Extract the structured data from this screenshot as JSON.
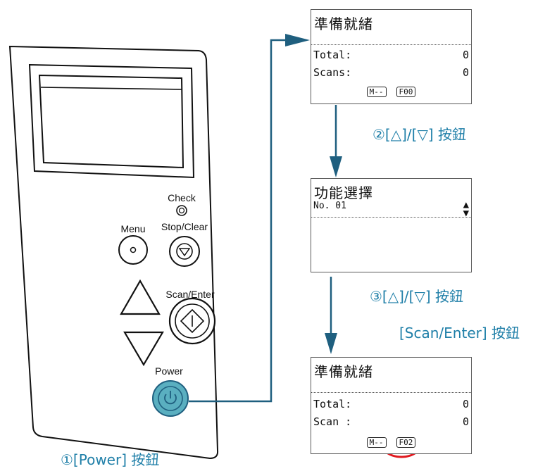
{
  "panel": {
    "check_label": "Check",
    "menu_label": "Menu",
    "stop_clear_label": "Stop/Clear",
    "scan_enter_label": "Scan/Enter",
    "power_label": "Power"
  },
  "screen1": {
    "title": "準備就緒",
    "total_label": "Total:",
    "total_value": "0",
    "scans_label": "Scans:",
    "scans_value": "0",
    "badge_mode": "M--",
    "badge_func": "F00"
  },
  "screen2": {
    "title": "功能選擇",
    "item": "No. 01"
  },
  "screen3": {
    "title": "準備就緒",
    "total_label": "Total:",
    "total_value": "0",
    "scan_label": "Scan :",
    "scan_value": "0",
    "badge_mode": "M--",
    "badge_func": "F02"
  },
  "captions": {
    "step1": "①[Power] 按鈕",
    "step2": "②[△]/[▽] 按鈕",
    "step3_line1": "③[△]/[▽] 按鈕",
    "step3_line2": "[Scan/Enter] 按鈕"
  },
  "colors": {
    "arrow": "#1f5f7f",
    "caption": "#1f7fa8",
    "power_button": "#5aafc0",
    "highlight": "#e0191f"
  }
}
